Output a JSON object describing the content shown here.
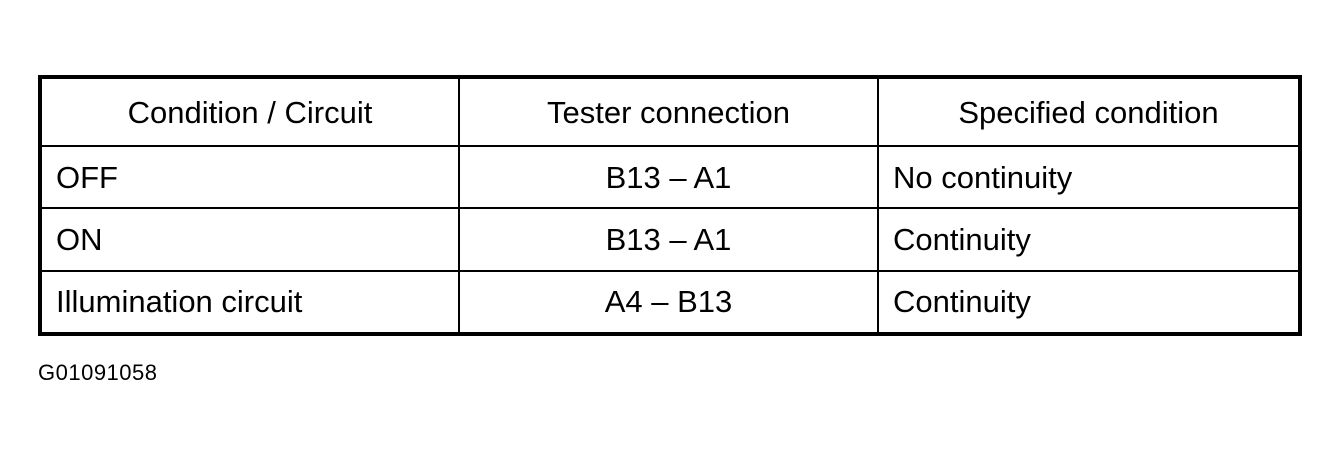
{
  "table": {
    "headers": {
      "condition": "Condition / Circuit",
      "tester": "Tester connection",
      "specified": "Specified condition"
    },
    "rows": [
      {
        "condition": "OFF",
        "tester": "B13 – A1",
        "specified": "No continuity"
      },
      {
        "condition": "ON",
        "tester": "B13 – A1",
        "specified": "Continuity"
      },
      {
        "condition": "Illumination circuit",
        "tester": "A4 – B13",
        "specified": "Continuity"
      }
    ]
  },
  "figure_code": "G01091058"
}
